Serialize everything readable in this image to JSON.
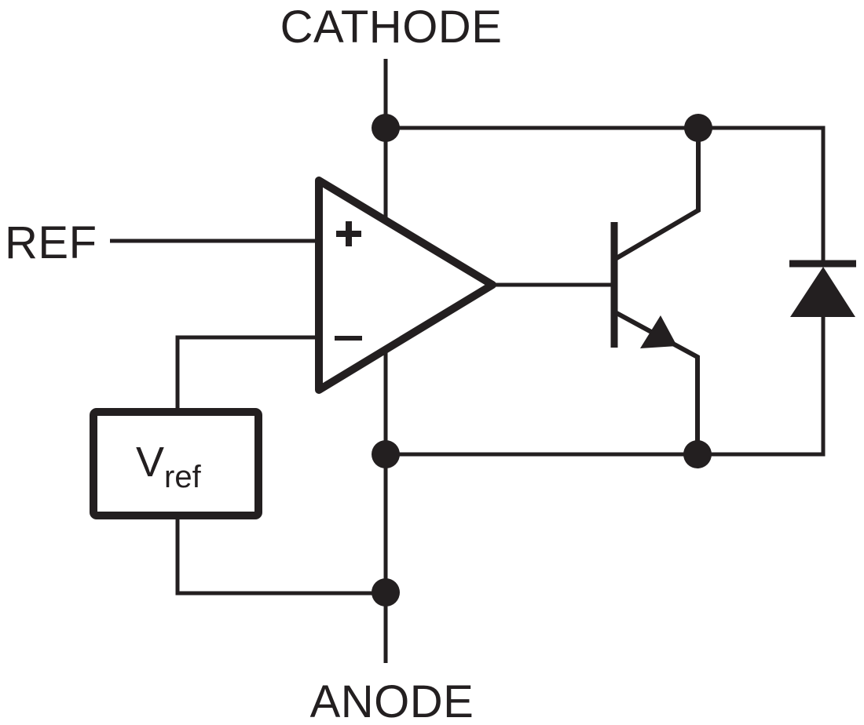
{
  "diagram": {
    "labels": {
      "cathode": "CATHODE",
      "anode": "ANODE",
      "ref": "REF"
    },
    "vref": {
      "base": "V",
      "subscript": "ref"
    },
    "opamp": {
      "plus_input": "+",
      "minus_input": "−"
    },
    "icons": {
      "error_amplifier": "opamp-triangle-icon",
      "transistor": "npn-transistor-icon",
      "diode": "diode-icon",
      "junction": "junction-dot-icon",
      "reference_source": "vref-box-icon"
    },
    "colors": {
      "ink": "#231f20",
      "background": "#ffffff"
    }
  }
}
